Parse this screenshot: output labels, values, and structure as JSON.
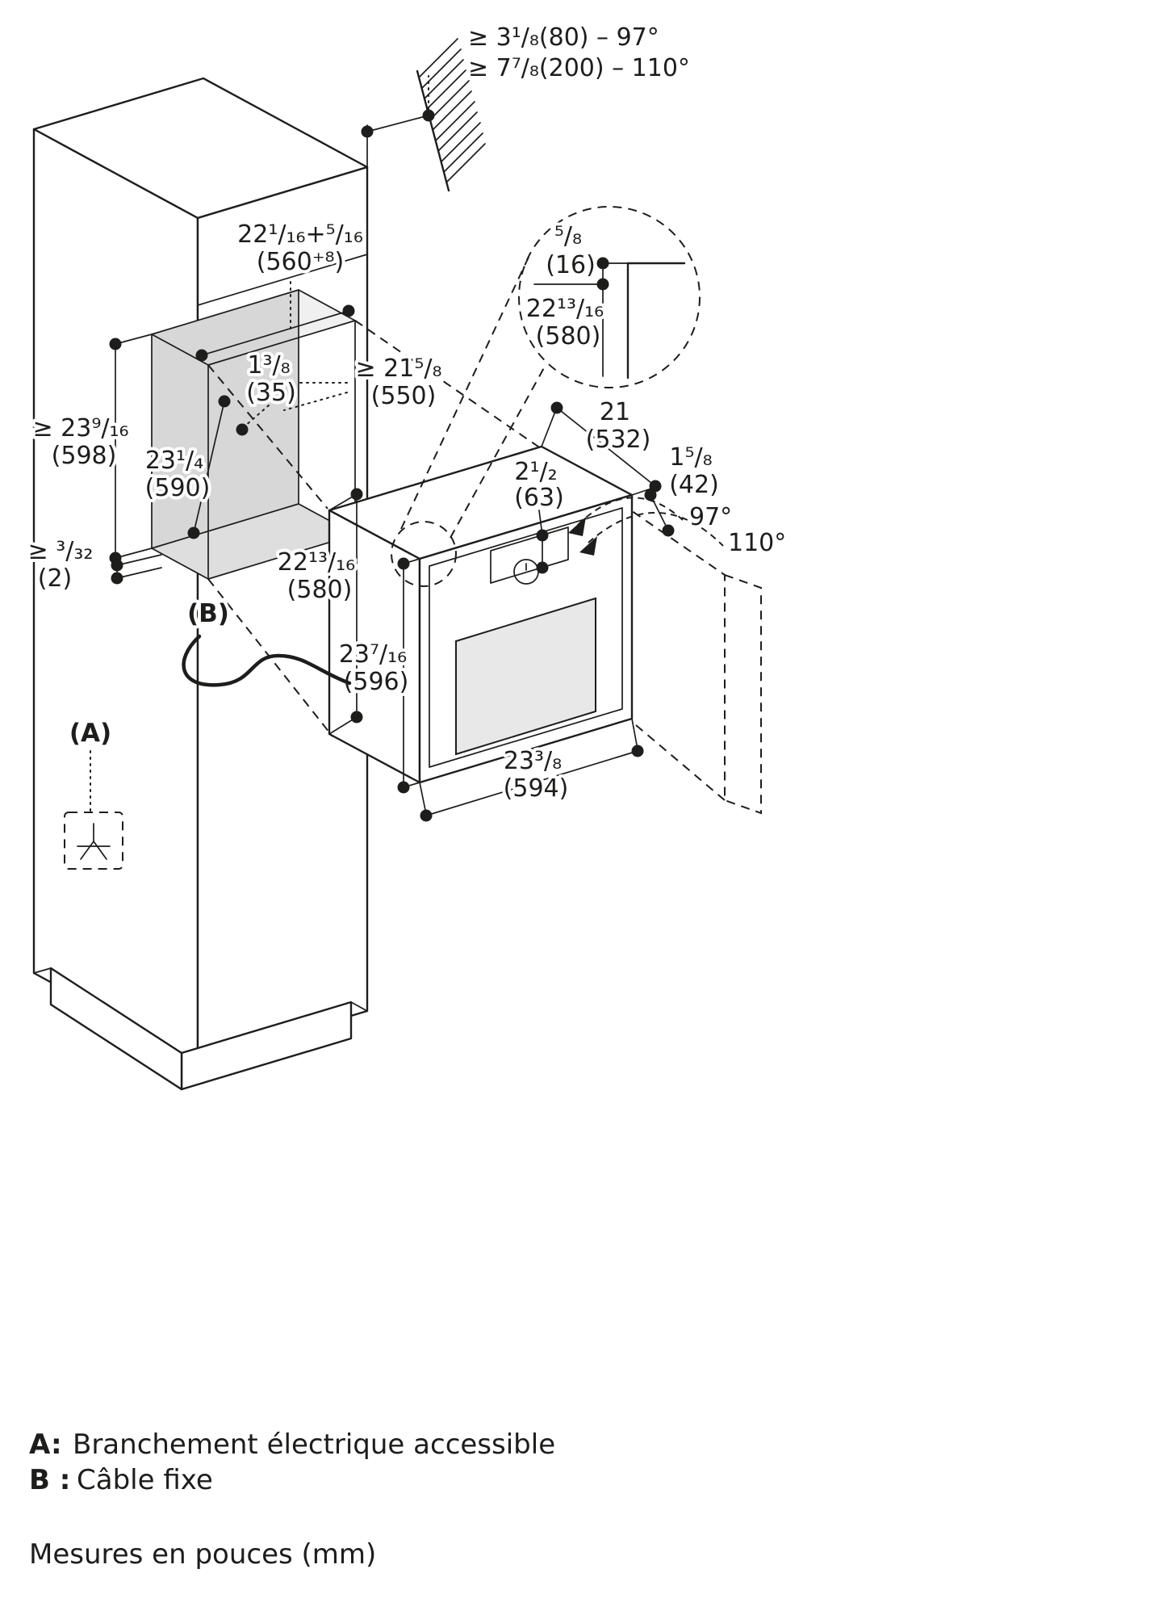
{
  "page": {
    "background": "#ffffff",
    "line_color": "#1d1d1b",
    "niche_fill": "#d7d7d7"
  },
  "wall_clearance": {
    "line1": "≥ 3¹/₈(80) – 97°",
    "line2": "≥ 7⁷/₈(200) – 110°"
  },
  "detail_view": {
    "top_offset_in": "⁵/₈",
    "top_offset_mm": "(16)",
    "opening_height_in": "22¹³/₁₆",
    "opening_height_mm": "(580)"
  },
  "niche": {
    "width_in": "22¹/₁₆+⁵/₁₆",
    "width_mm": "(560⁺⁸)",
    "top_inset_in": "1³/₈",
    "top_inset_mm": "(35)",
    "depth_in": "≥ 21⁵/₈",
    "depth_mm": "(550)",
    "front_height_in": "≥ 23⁹/₁₆",
    "front_height_mm": "(598)",
    "height_in": "23¹/₄",
    "height_mm": "(590)",
    "bottom_gap_in": "≥ ³/₃₂",
    "bottom_gap_mm": "(2)"
  },
  "oven": {
    "depth_in": "21",
    "depth_mm": "(532)",
    "control_panel_height_in": "2¹/₂",
    "control_panel_height_mm": "(63)",
    "front_thickness_in": "1⁵/₈",
    "front_thickness_mm": "(42)",
    "body_height_in": "22¹³/₁₆",
    "body_height_mm": "(580)",
    "total_height_in": "23⁷/₁₆",
    "total_height_mm": "(596)",
    "width_in": "23³/₈",
    "width_mm": "(594)",
    "door_angle_small": "97°",
    "door_angle_large": "110°"
  },
  "callouts": {
    "a": "(A)",
    "b": "(B)"
  },
  "legend": {
    "a_key": "A:",
    "a_text": "Branchement électrique accessible",
    "b_key": "B :",
    "b_text": "Câble fixe"
  },
  "footer": "Mesures en pouces (mm)"
}
